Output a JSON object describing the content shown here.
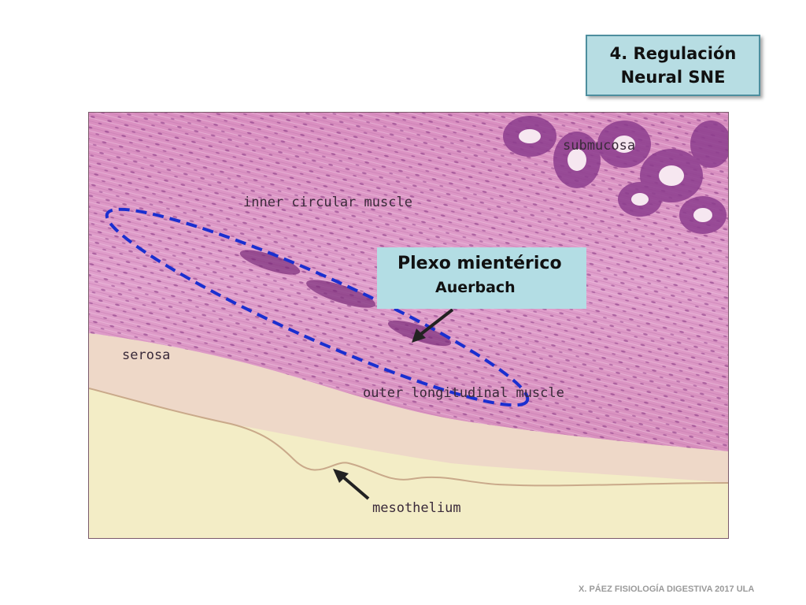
{
  "title": {
    "line1": "4. Regulación",
    "line2": "Neural SNE"
  },
  "micrograph": {
    "labels": {
      "submucosa": "submucosa",
      "inner_muscle": "inner circular muscle",
      "serosa": "serosa",
      "outer_muscle": "outer longitudinal muscle",
      "mesothelium": "mesothelium"
    },
    "colors": {
      "muscle": "#d98fc0",
      "serosa": "#f1e7bb",
      "highlight": "#1a2fd0"
    }
  },
  "callout": {
    "line1": "Plexo mientérico",
    "line2": "Auerbach"
  },
  "footer": "X. PÁEZ   FISIOLOGÍA DIGESTIVA 2017  ULA"
}
